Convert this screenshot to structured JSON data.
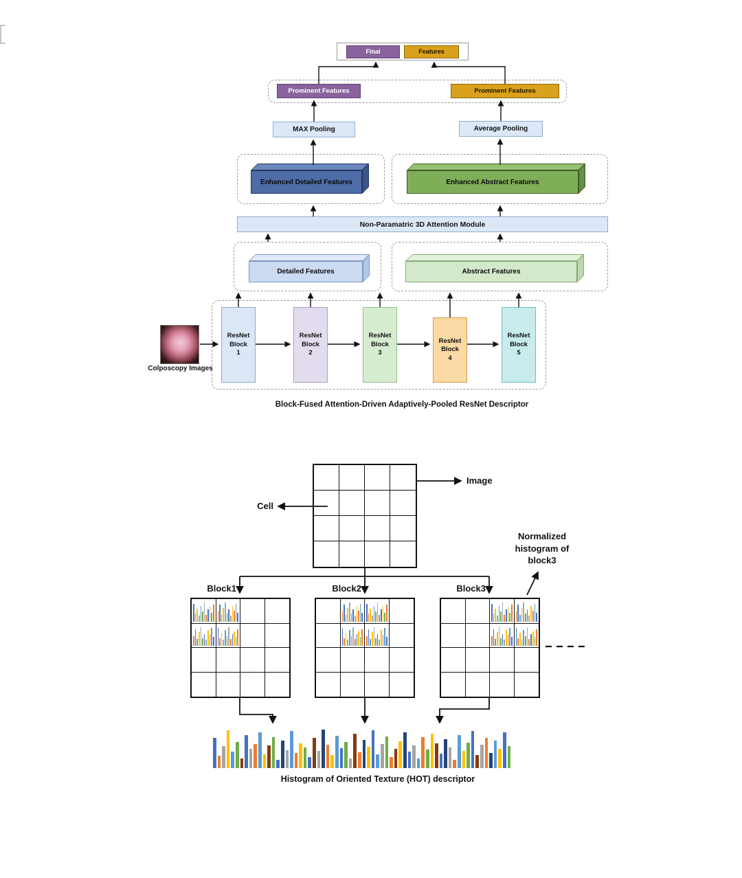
{
  "top_diagram": {
    "caption": "Block-Fused Attention-Driven Adaptively-Pooled ResNet Descriptor",
    "final_label": "Final",
    "features_label": "Features",
    "prominent_left": "Prominent Features",
    "prominent_right": "Prominent Features",
    "max_pooling": "MAX Pooling",
    "avg_pooling": "Average Pooling",
    "enhanced_detailed": "Enhanced Detailed Features",
    "enhanced_abstract": "Enhanced Abstract Features",
    "attention_module": "Non-Paramatric 3D Attention Module",
    "detailed_features": "Detailed Features",
    "abstract_features": "Abstract Features",
    "input_label": "Colposcopy Images",
    "resnet_blocks": [
      {
        "lines": [
          "ResNet",
          "Block",
          "1"
        ],
        "fill": "#dbe6f6",
        "border": "#8fa9cc"
      },
      {
        "lines": [
          "ResNet",
          "Block",
          "2"
        ],
        "fill": "#e3dcee",
        "border": "#a99cc4"
      },
      {
        "lines": [
          "ResNet",
          "Block",
          "3"
        ],
        "fill": "#d6eccf",
        "border": "#93bc85"
      },
      {
        "lines": [
          "ResNet",
          "Block",
          "4"
        ],
        "fill": "#fbd9a4",
        "border": "#d2a046"
      },
      {
        "lines": [
          "ResNet",
          "Block",
          "5"
        ],
        "fill": "#c8ebec",
        "border": "#6dbcbe"
      }
    ]
  },
  "bottom_diagram": {
    "image_label": "Image",
    "cell_label": "Cell",
    "block_labels": [
      "Block1",
      "Block2",
      "Block3"
    ],
    "normalized_label": "Normalized histogram of block3",
    "caption": "Histogram of Oriented Texture (HOT) descriptor",
    "blocks": [
      {
        "label": "Block1",
        "hist_cols": [
          0,
          1
        ]
      },
      {
        "label": "Block2",
        "hist_cols": [
          1,
          2
        ]
      },
      {
        "label": "Block3",
        "hist_cols": [
          2,
          3
        ]
      }
    ],
    "mini_hist_patterns": [
      {
        "heights": [
          0.9,
          0.4,
          0.65,
          0.3,
          0.8,
          0.5,
          0.95,
          0.35,
          0.6,
          0.75,
          0.45,
          0.85
        ],
        "color_idx": [
          0,
          1,
          3,
          2,
          4,
          5,
          2,
          1,
          0,
          3,
          5,
          1
        ]
      },
      {
        "heights": [
          0.5,
          0.85,
          0.35,
          0.7,
          0.95,
          0.4,
          0.6,
          0.3,
          0.8,
          0.55,
          0.9,
          0.45
        ],
        "color_idx": [
          1,
          0,
          4,
          3,
          2,
          5,
          0,
          2,
          3,
          1,
          4,
          0
        ]
      }
    ],
    "big_histogram": {
      "heights": [
        44,
        18,
        32,
        55,
        24,
        38,
        14,
        48,
        28,
        35,
        52,
        20,
        33,
        45,
        12,
        40,
        26,
        54,
        22,
        36,
        30,
        16,
        44,
        25,
        56,
        34,
        19,
        47,
        29,
        38,
        14,
        50,
        23,
        41,
        31,
        55,
        20,
        35,
        46,
        16,
        28,
        39,
        52,
        24,
        33,
        14,
        45,
        27,
        50,
        36,
        21,
        42,
        30,
        12,
        48,
        25,
        37,
        54,
        19,
        34,
        44,
        22,
        40,
        28,
        52,
        32
      ],
      "color_idx": [
        0,
        1,
        2,
        3,
        4,
        5,
        6,
        0,
        2,
        1,
        4,
        3,
        6,
        5,
        0,
        7,
        2,
        4,
        1,
        3,
        5,
        0,
        6,
        2,
        7,
        1,
        3,
        4,
        0,
        5,
        2,
        6,
        1,
        7,
        3,
        0,
        4,
        2,
        5,
        1,
        6,
        3,
        7,
        0,
        2,
        4,
        1,
        5,
        3,
        6,
        0,
        7,
        2,
        1,
        4,
        3,
        5,
        0,
        6,
        2,
        1,
        7,
        4,
        3,
        0,
        5
      ]
    }
  },
  "colors": {
    "palette": [
      "#4472c4",
      "#ed7d31",
      "#a5a5a5",
      "#ffc000",
      "#5b9bd5",
      "#70ad47",
      "#843c0c",
      "#264478"
    ],
    "purple": "#8a639e",
    "gold": "#d9a11c",
    "light_blue": "#dce8f8",
    "enhanced_detailed_face": "#4e6da8",
    "enhanced_abstract_face": "#7fae58",
    "detailed_face": "#ccdaf2",
    "abstract_face": "#d3e9c9"
  }
}
